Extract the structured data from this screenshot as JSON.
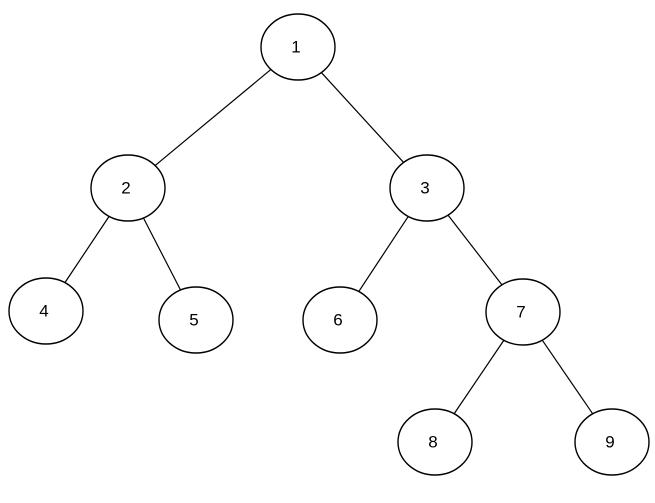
{
  "tree": {
    "nodes": [
      {
        "id": "1",
        "label": "1"
      },
      {
        "id": "2",
        "label": "2"
      },
      {
        "id": "3",
        "label": "3"
      },
      {
        "id": "4",
        "label": "4"
      },
      {
        "id": "5",
        "label": "5"
      },
      {
        "id": "6",
        "label": "6"
      },
      {
        "id": "7",
        "label": "7"
      },
      {
        "id": "8",
        "label": "8"
      },
      {
        "id": "9",
        "label": "9"
      }
    ],
    "edges": [
      {
        "from": "1",
        "to": "2"
      },
      {
        "from": "1",
        "to": "3"
      },
      {
        "from": "2",
        "to": "4"
      },
      {
        "from": "2",
        "to": "5"
      },
      {
        "from": "3",
        "to": "6"
      },
      {
        "from": "3",
        "to": "7"
      },
      {
        "from": "7",
        "to": "8"
      },
      {
        "from": "7",
        "to": "9"
      }
    ]
  }
}
